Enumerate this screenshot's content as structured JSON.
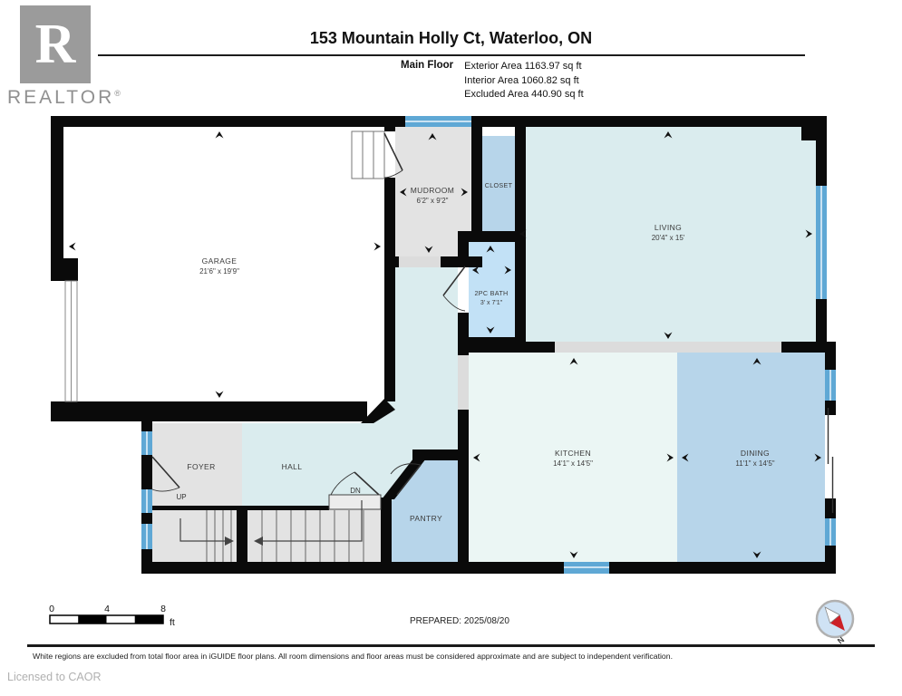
{
  "header": {
    "title": "153 Mountain Holly Ct, Waterloo, ON",
    "floor_label": "Main Floor",
    "stats": [
      "Exterior Area 1163.97 sq ft",
      "Interior Area 1060.82 sq ft",
      "Excluded Area 440.90 sq ft"
    ]
  },
  "logo": {
    "letter": "R",
    "brand": "REALTOR",
    "registered": "®"
  },
  "rooms": {
    "garage": {
      "name": "GARAGE",
      "dims": "21'6\" x 19'9\""
    },
    "mudroom": {
      "name": "MUDROOM",
      "dims": "6'2\" x 9'2\""
    },
    "closet": {
      "name": "CLOSET",
      "dims": ""
    },
    "bath": {
      "name": "2PC BATH",
      "dims": "3' x 7'1\""
    },
    "living": {
      "name": "LIVING",
      "dims": "20'4\" x 15'"
    },
    "kitchen": {
      "name": "KITCHEN",
      "dims": "14'1\" x 14'5\""
    },
    "dining": {
      "name": "DINING",
      "dims": "11'1\" x 14'5\""
    },
    "foyer": {
      "name": "FOYER"
    },
    "hall": {
      "name": "HALL"
    },
    "pantry": {
      "name": "PANTRY"
    },
    "up_label": "UP",
    "dn_label": "DN"
  },
  "scale_bar": {
    "ticks": [
      "0",
      "4",
      "8"
    ],
    "unit": "ft"
  },
  "prepared_label": "PREPARED: 2025/08/20",
  "compass": {
    "north_label": "N"
  },
  "footer": {
    "disclaimer": "White regions are excluded from total floor area in iGUIDE floor plans. All room dimensions and floor areas must be considered approximate and are subject to independent verification.",
    "license": "Licensed to CAOR"
  },
  "colors": {
    "wall": "#0a0a0a",
    "room_excluded_white": "#ffffff",
    "room_gray": "#e3e3e3",
    "room_teal": "#daecee",
    "room_kitchen": "#ebf6f4",
    "room_blue": "#b7d5ea",
    "room_bath": "#c2e1f6",
    "window_blue": "#5fa8d5",
    "opening_gray": "#dcdcdc",
    "compass_red": "#cc2027",
    "compass_face": "#cfe2f4"
  }
}
